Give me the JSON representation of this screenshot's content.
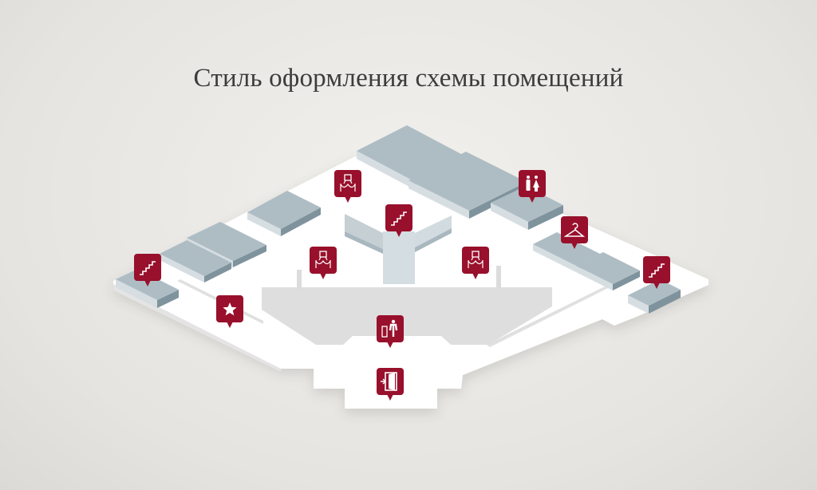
{
  "title": "Стиль оформления схемы помещений",
  "colors": {
    "marker": "#98102c",
    "floor": "#ffffff",
    "block_top": "#aebdc4",
    "block_left": "#d6dee2",
    "block_right": "#7f939d",
    "hall": "#dedede",
    "background": "#e9e7e3"
  },
  "markers": [
    {
      "id": "stairs-left",
      "icon": "stairs-icon"
    },
    {
      "id": "favorite",
      "icon": "star-icon"
    },
    {
      "id": "exhibit-top",
      "icon": "painting-exhibit-icon"
    },
    {
      "id": "stairs-center",
      "icon": "stairs-icon"
    },
    {
      "id": "exhibit-left",
      "icon": "painting-exhibit-icon"
    },
    {
      "id": "exhibit-right",
      "icon": "painting-exhibit-icon"
    },
    {
      "id": "restrooms",
      "icon": "restroom-icon"
    },
    {
      "id": "cloakroom",
      "icon": "hanger-icon"
    },
    {
      "id": "stairs-right",
      "icon": "stairs-icon"
    },
    {
      "id": "elevator",
      "icon": "elevator-icon"
    },
    {
      "id": "exit",
      "icon": "exit-door-icon"
    }
  ]
}
